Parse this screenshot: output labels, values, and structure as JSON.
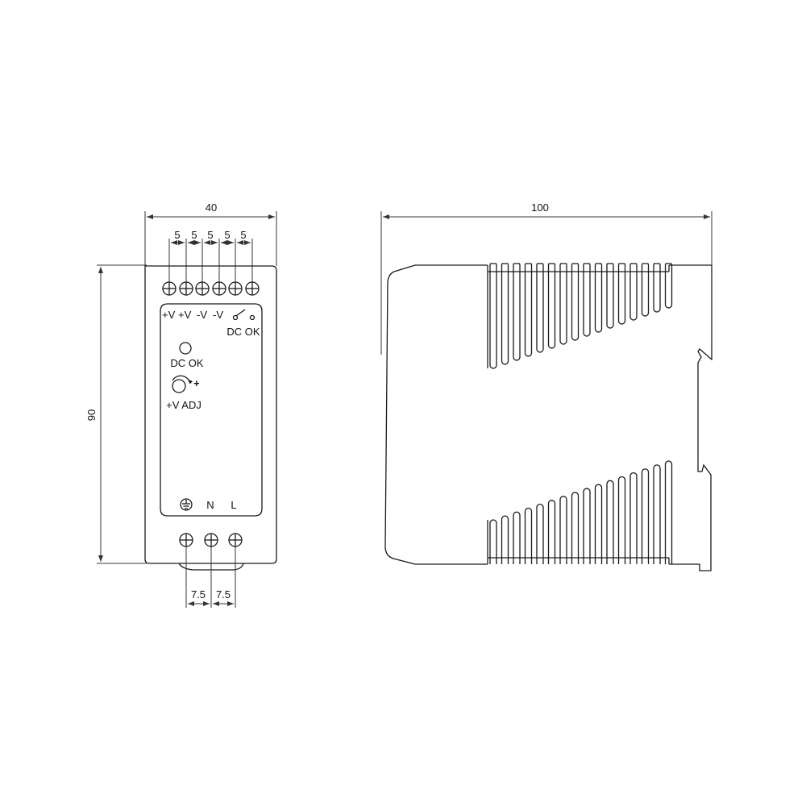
{
  "drawing": {
    "front_view": {
      "width_dim": "40",
      "height_dim": "90",
      "terminal_pitch_top": [
        "5",
        "5",
        "5",
        "5",
        "5"
      ],
      "terminal_pitch_bottom": [
        "7.5",
        "7.5"
      ],
      "output_labels": [
        "+V",
        "+V",
        "-V",
        "-V"
      ],
      "relay_label": "DC OK",
      "led_label": "DC OK",
      "adj_plus": "+",
      "adj_label": "+V ADJ",
      "input_labels": [
        "N",
        "L"
      ],
      "ground_symbol": "earth-ground"
    },
    "side_view": {
      "depth_dim": "100"
    }
  },
  "colors": {
    "line": "#1a1a1a",
    "background": "#ffffff"
  }
}
